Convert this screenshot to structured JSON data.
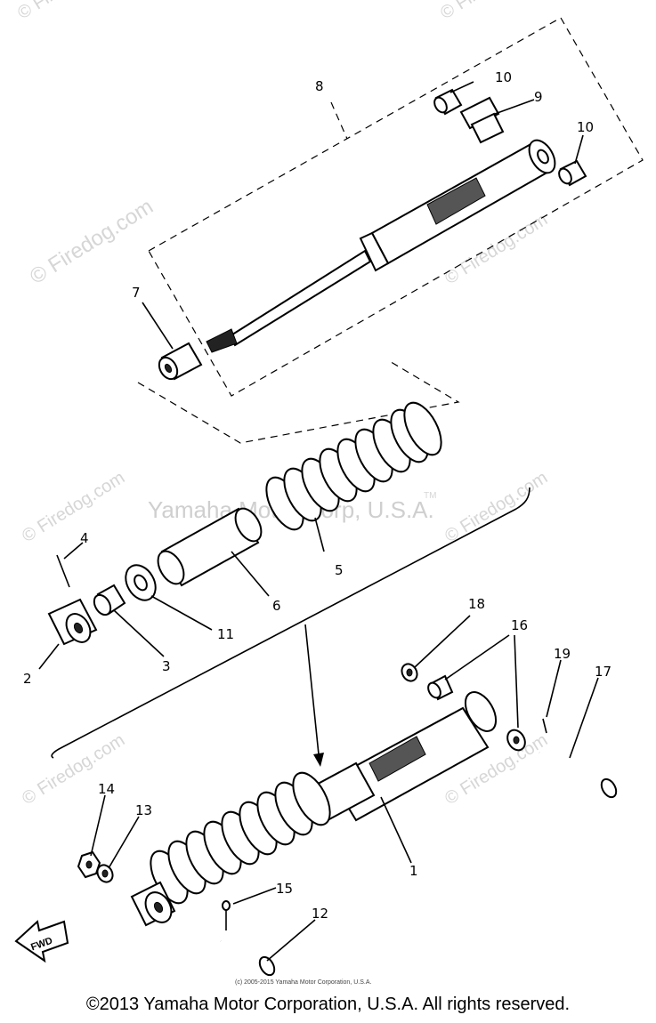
{
  "watermarks": {
    "main": "Yamaha Motor Corp, U.S.A.",
    "tm": "TM",
    "site": "© Firedog.com",
    "fine_print": "(c) 2005-2015 Yamaha Motor Corporation, U.S.A."
  },
  "callouts": [
    "1",
    "2",
    "3",
    "4",
    "5",
    "6",
    "7",
    "8",
    "9",
    "10",
    "10",
    "11",
    "12",
    "13",
    "14",
    "15",
    "16",
    "17",
    "18",
    "19"
  ],
  "fwd_label": "FWD",
  "copyright": "©2013 Yamaha Motor Corporation, U.S.A. All rights reserved."
}
